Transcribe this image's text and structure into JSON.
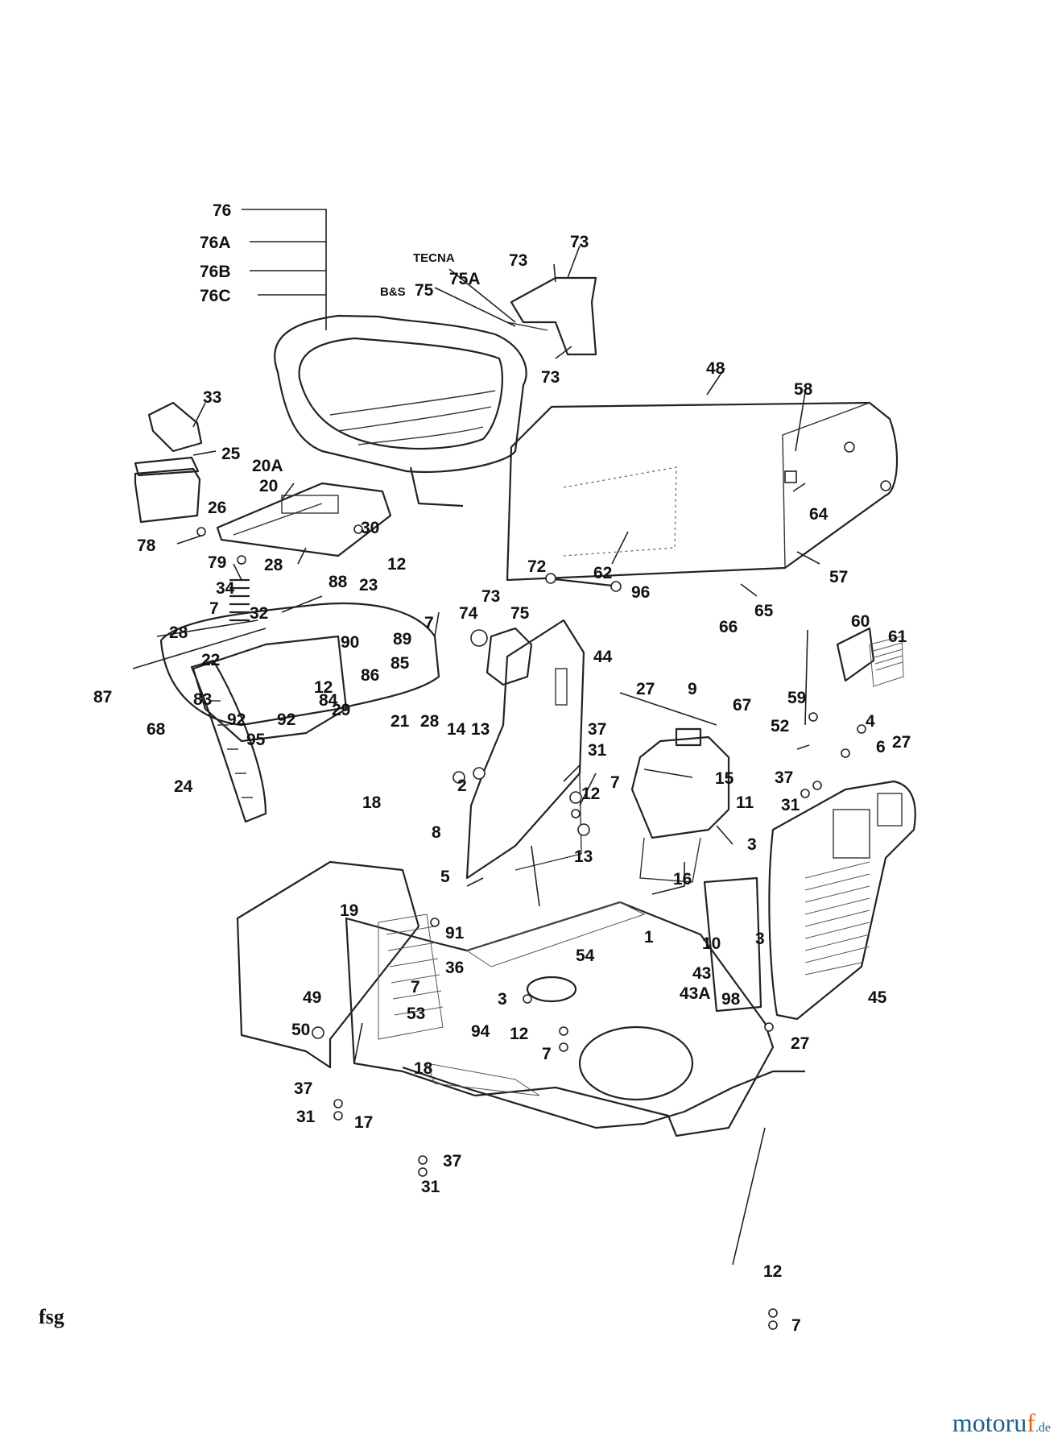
{
  "diagram_code": "fsg",
  "watermark": {
    "brand_main": "motoru",
    "brand_accent": "f",
    "brand_tld": ".de"
  },
  "labels": [
    {
      "id": "l76",
      "text": "76"
    },
    {
      "id": "l76a",
      "text": "76A"
    },
    {
      "id": "l76b",
      "text": "76B"
    },
    {
      "id": "l76c",
      "text": "76C"
    },
    {
      "id": "ltecna",
      "text": "TECNA"
    },
    {
      "id": "l75a",
      "text": "75A"
    },
    {
      "id": "lbs",
      "text": "B&S"
    },
    {
      "id": "l75",
      "text": "75"
    },
    {
      "id": "l73a",
      "text": "73"
    },
    {
      "id": "l73b",
      "text": "73"
    },
    {
      "id": "l73c",
      "text": "73"
    },
    {
      "id": "l48",
      "text": "48"
    },
    {
      "id": "l58",
      "text": "58"
    },
    {
      "id": "l64",
      "text": "64"
    },
    {
      "id": "l33",
      "text": "33"
    },
    {
      "id": "l25",
      "text": "25"
    },
    {
      "id": "l20a",
      "text": "20A"
    },
    {
      "id": "l20",
      "text": "20"
    },
    {
      "id": "l26",
      "text": "26"
    },
    {
      "id": "l30",
      "text": "30"
    },
    {
      "id": "l78",
      "text": "78"
    },
    {
      "id": "l79",
      "text": "79"
    },
    {
      "id": "l62",
      "text": "62"
    },
    {
      "id": "l57",
      "text": "57"
    },
    {
      "id": "l72",
      "text": "72"
    },
    {
      "id": "l96",
      "text": "96"
    },
    {
      "id": "l65",
      "text": "65"
    },
    {
      "id": "l66",
      "text": "66"
    },
    {
      "id": "l34",
      "text": "34"
    },
    {
      "id": "l28a",
      "text": "28"
    },
    {
      "id": "l12a",
      "text": "12"
    },
    {
      "id": "l88",
      "text": "88"
    },
    {
      "id": "l23",
      "text": "23"
    },
    {
      "id": "l7a",
      "text": "7"
    },
    {
      "id": "l73d",
      "text": "73"
    },
    {
      "id": "l74",
      "text": "74"
    },
    {
      "id": "l75b",
      "text": "75"
    },
    {
      "id": "l7b",
      "text": "7"
    },
    {
      "id": "l32",
      "text": "32"
    },
    {
      "id": "l28b",
      "text": "28"
    },
    {
      "id": "l89",
      "text": "89"
    },
    {
      "id": "l90",
      "text": "90"
    },
    {
      "id": "l85",
      "text": "85"
    },
    {
      "id": "l86",
      "text": "86"
    },
    {
      "id": "l22",
      "text": "22"
    },
    {
      "id": "l12b",
      "text": "12"
    },
    {
      "id": "l87",
      "text": "87"
    },
    {
      "id": "l84",
      "text": "84"
    },
    {
      "id": "l83",
      "text": "83"
    },
    {
      "id": "l92a",
      "text": "92"
    },
    {
      "id": "l92b",
      "text": "92"
    },
    {
      "id": "l95",
      "text": "95"
    },
    {
      "id": "l29",
      "text": "29"
    },
    {
      "id": "l68",
      "text": "68"
    },
    {
      "id": "l21",
      "text": "21"
    },
    {
      "id": "l28c",
      "text": "28"
    },
    {
      "id": "l14",
      "text": "14"
    },
    {
      "id": "l13a",
      "text": "13"
    },
    {
      "id": "l44",
      "text": "44"
    },
    {
      "id": "l27a",
      "text": "27"
    },
    {
      "id": "l60",
      "text": "60"
    },
    {
      "id": "l61",
      "text": "61"
    },
    {
      "id": "l9",
      "text": "9"
    },
    {
      "id": "l67",
      "text": "67"
    },
    {
      "id": "l59",
      "text": "59"
    },
    {
      "id": "l52",
      "text": "52"
    },
    {
      "id": "l4",
      "text": "4"
    },
    {
      "id": "l6",
      "text": "6"
    },
    {
      "id": "l27b",
      "text": "27"
    },
    {
      "id": "l37a",
      "text": "37"
    },
    {
      "id": "l31a",
      "text": "31"
    },
    {
      "id": "l15",
      "text": "15"
    },
    {
      "id": "l37b",
      "text": "37"
    },
    {
      "id": "l31b",
      "text": "31"
    },
    {
      "id": "l12c",
      "text": "12"
    },
    {
      "id": "l7c",
      "text": "7"
    },
    {
      "id": "l11",
      "text": "11"
    },
    {
      "id": "l24",
      "text": "24"
    },
    {
      "id": "l18a",
      "text": "18"
    },
    {
      "id": "l2",
      "text": "2"
    },
    {
      "id": "l8",
      "text": "8"
    },
    {
      "id": "l13b",
      "text": "13"
    },
    {
      "id": "l3a",
      "text": "3"
    },
    {
      "id": "l5",
      "text": "5"
    },
    {
      "id": "l16",
      "text": "16"
    },
    {
      "id": "l19",
      "text": "19"
    },
    {
      "id": "l91",
      "text": "91"
    },
    {
      "id": "l54",
      "text": "54"
    },
    {
      "id": "l1",
      "text": "1"
    },
    {
      "id": "l10",
      "text": "10"
    },
    {
      "id": "l3b",
      "text": "3"
    },
    {
      "id": "l36",
      "text": "36"
    },
    {
      "id": "l7d",
      "text": "7"
    },
    {
      "id": "l43",
      "text": "43"
    },
    {
      "id": "l43a",
      "text": "43A"
    },
    {
      "id": "l98",
      "text": "98"
    },
    {
      "id": "l45",
      "text": "45"
    },
    {
      "id": "l49",
      "text": "49"
    },
    {
      "id": "l3c",
      "text": "3"
    },
    {
      "id": "l53",
      "text": "53"
    },
    {
      "id": "l94",
      "text": "94"
    },
    {
      "id": "l12d",
      "text": "12"
    },
    {
      "id": "l50",
      "text": "50"
    },
    {
      "id": "l7e",
      "text": "7"
    },
    {
      "id": "l27c",
      "text": "27"
    },
    {
      "id": "l18b",
      "text": "18"
    },
    {
      "id": "l37c",
      "text": "37"
    },
    {
      "id": "l31c",
      "text": "31"
    },
    {
      "id": "l17",
      "text": "17"
    },
    {
      "id": "l37d",
      "text": "37"
    },
    {
      "id": "l31d",
      "text": "31"
    },
    {
      "id": "l12e",
      "text": "12"
    },
    {
      "id": "l7f",
      "text": "7"
    }
  ]
}
